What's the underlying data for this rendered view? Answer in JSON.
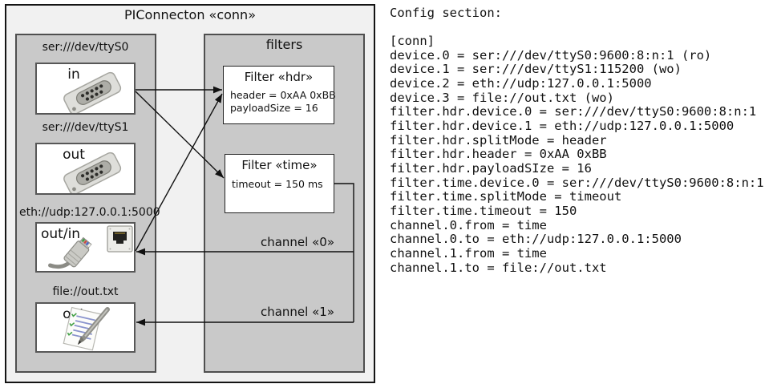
{
  "diagram": {
    "title": "PIConnecton «conn»",
    "filters_title": "filters",
    "devices": [
      {
        "label": "ser:///dev/ttyS0",
        "direction": "in",
        "icon": "serial-connector-icon"
      },
      {
        "label": "ser:///dev/ttyS1",
        "direction": "out",
        "icon": "serial-connector-icon"
      },
      {
        "label": "eth://udp:127.0.0.1:5000",
        "direction": "out/in",
        "icon": "ethernet-connector-icon"
      },
      {
        "label": "file://out.txt",
        "direction": "out",
        "icon": "notepad-icon"
      }
    ],
    "filters": [
      {
        "title": "Filter «hdr»",
        "attributes": [
          "header = 0xAA 0xBB",
          "payloadSize = 16"
        ]
      },
      {
        "title": "Filter «time»",
        "attributes": [
          "timeout = 150 ms"
        ]
      }
    ],
    "channels": [
      {
        "label": "channel «0»"
      },
      {
        "label": "channel «1»"
      }
    ]
  },
  "config": {
    "heading": "Config section:",
    "lines": [
      "[conn]",
      "device.0 = ser:///dev/ttyS0:9600:8:n:1 (ro)",
      "device.1 = ser:///dev/ttyS1:115200 (wo)",
      "device.2 = eth://udp:127.0.0.1:5000",
      "device.3 = file://out.txt (wo)",
      "filter.hdr.device.0 = ser:///dev/ttyS0:9600:8:n:1",
      "filter.hdr.device.1 = eth://udp:127.0.0.1:5000",
      "filter.hdr.splitMode = header",
      "filter.hdr.header = 0xAA 0xBB",
      "filter.hdr.payloadSIze = 16",
      "filter.time.device.0 = ser:///dev/ttyS0:9600:8:n:1",
      "filter.time.splitMode = timeout",
      "filter.time.timeout = 150",
      "channel.0.from = time",
      "channel.0.to = eth://udp:127.0.0.1:5000",
      "channel.1.from = time",
      "channel.1.to = file://out.txt"
    ]
  },
  "colors": {
    "outer_box_fill": "#f1f1f1",
    "outer_box_border": "#141414",
    "container_fill": "#c9c9c9",
    "container_border": "#4f4f4f",
    "node_fill": "#ffffff",
    "node_border": "#575757",
    "line": "#111111",
    "text": "#111111"
  }
}
